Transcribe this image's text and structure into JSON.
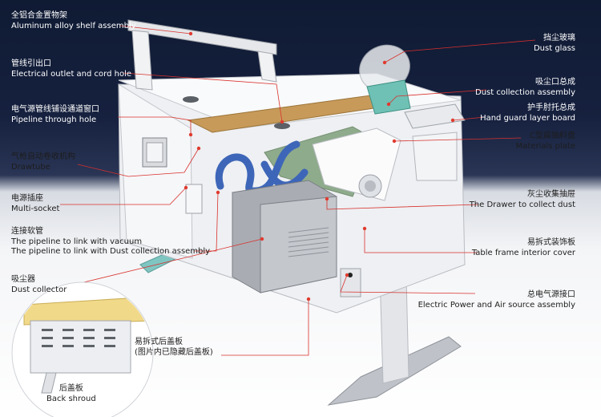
{
  "labels": {
    "shelf": {
      "zh": "全铝合金置物架",
      "en": "Aluminum alloy shelf assembly"
    },
    "outlet": {
      "zh": "管线引出口",
      "en": "Electrical outlet and cord hole"
    },
    "pipeline_hole": {
      "zh": "电气源管线铺设通道窗口",
      "en": "Pipeline through hole"
    },
    "drawtube": {
      "zh": "气枪自动卷收机构",
      "en": "Drawtube"
    },
    "socket": {
      "zh": "电源插座",
      "en": "Multi-socket"
    },
    "hose": {
      "zh": "连接软管",
      "en1": "The pipeline to link with vacuum",
      "en2": "The pipeline to link with Dust collection assembly"
    },
    "collector": {
      "zh": "吸尘器",
      "en": "Dust collector"
    },
    "back_shroud": {
      "zh": "后盖板",
      "en": "Back shroud"
    },
    "rear_cover": {
      "zh": "易拆式后盖板",
      "zh2": "(图片内已隐藏后盖板)"
    },
    "dust_glass": {
      "zh": "挡尘玻璃",
      "en": "Dust glass"
    },
    "dust_collection": {
      "zh": "吸尘口总成",
      "en": "Dust collection assembly"
    },
    "hand_guard": {
      "zh": "护手肘托总成",
      "en": "Hand guard layer board"
    },
    "materials_plate": {
      "zh": "C型扁抽料盘",
      "en": "Materials plate"
    },
    "drawer": {
      "zh": "灰尘收集抽屉",
      "en": "The Drawer to collect dust"
    },
    "frame_cover": {
      "zh": "易拆式装饰板",
      "en": "Table frame interior cover"
    },
    "power_air": {
      "zh": "总电气源接口",
      "en": "Electric Power and Air source assembly"
    }
  },
  "colors": {
    "accent_line": "#d9302c",
    "header_bg": "#16213f",
    "leader_dot": "#e03a2f"
  }
}
